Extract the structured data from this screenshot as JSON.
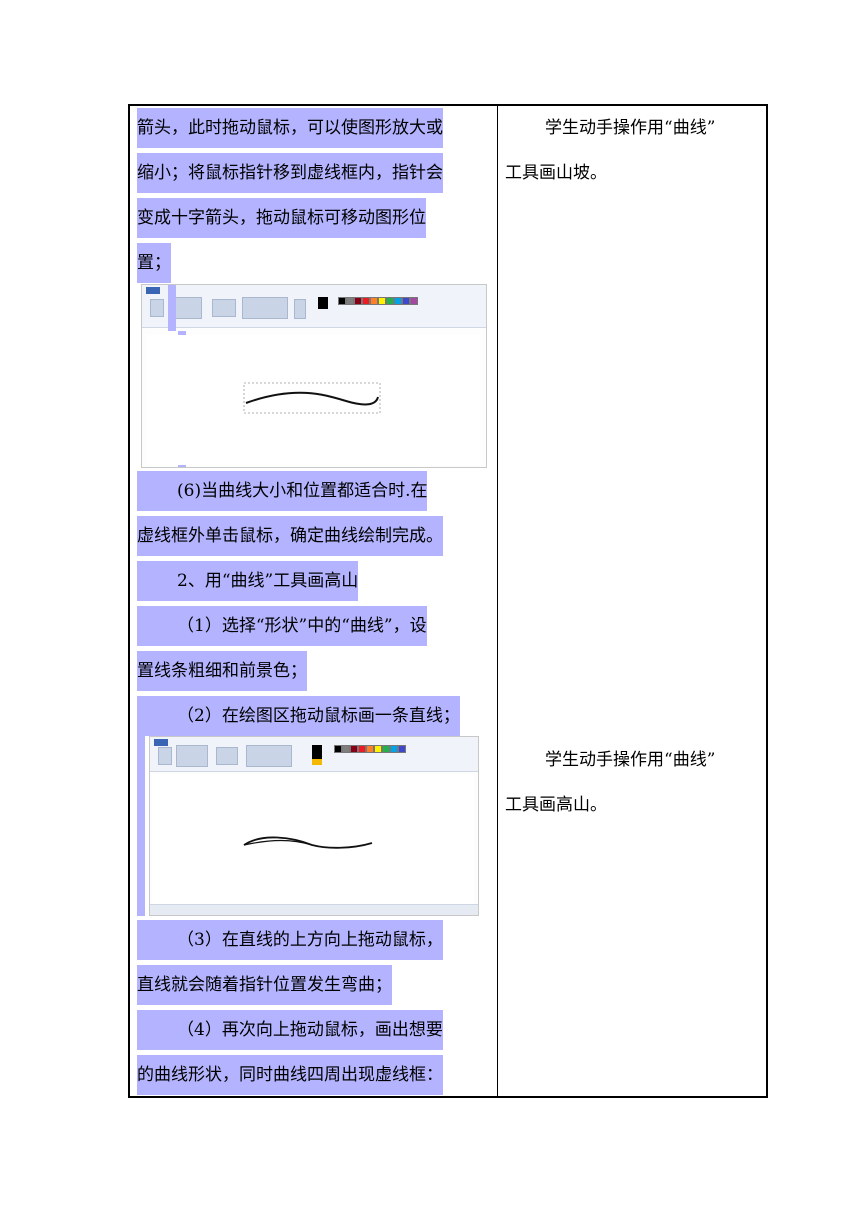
{
  "left_column": {
    "lines_top": [
      "箭头，此时拖动鼠标，可以使图形放大或",
      "缩小；将鼠标指针移到虚线框内，指针会",
      "变成十字箭头，拖动鼠标可移动图形位",
      "置；"
    ],
    "lines_middle": [
      "(6)当曲线大小和位置都适合时.在",
      "虚线框外单击鼠标，确定曲线绘制完成。",
      "2、用“曲线”工具画高山",
      "（1）选择“形状”中的“曲线”，设",
      "置线条粗细和前景色；",
      "（2）在绘图区拖动鼠标画一条直线；"
    ],
    "lines_bottom": [
      "（3）在直线的上方向上拖动鼠标，",
      "直线就会随着指针位置发生弯曲；",
      "（4）再次向上拖动鼠标，画出想要",
      "的曲线形状，同时曲线四周出现虚线框："
    ]
  },
  "right_column": {
    "block1": [
      "学生动手操作用“曲线”",
      "工具画山坡。"
    ],
    "block2": [
      "学生动手操作用“曲线”",
      "工具画高山。"
    ]
  },
  "colors": {
    "highlight": "#b3b3ff",
    "border": "#000000"
  }
}
